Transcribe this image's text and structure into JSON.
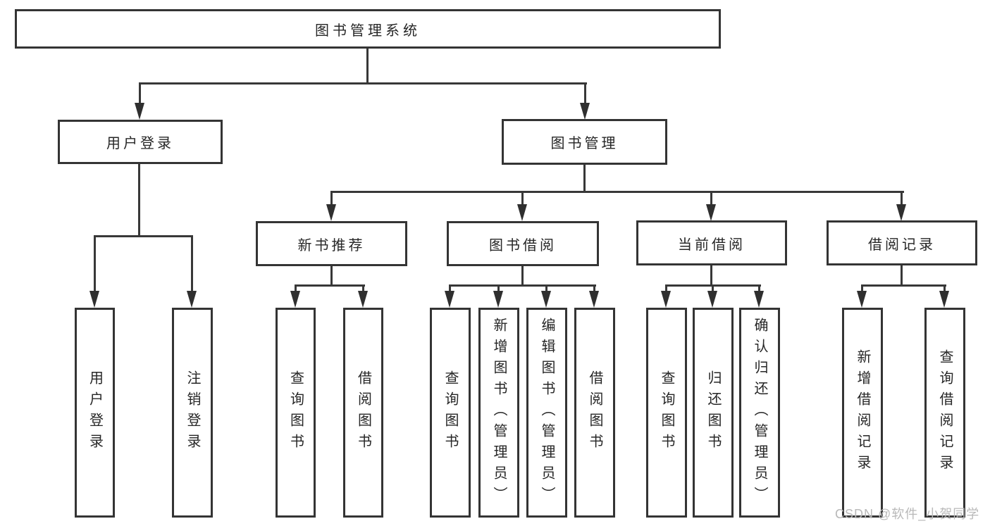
{
  "diagram": {
    "title": "图书管理系统",
    "root": {
      "label": "图书管理系统"
    },
    "branches": [
      {
        "label": "用户登录",
        "children": [
          {
            "label": "用户登录"
          },
          {
            "label": "注销登录"
          }
        ]
      },
      {
        "label": "图书管理",
        "children": [
          {
            "label": "新书推荐",
            "children": [
              {
                "label": "查询图书"
              },
              {
                "label": "借阅图书"
              }
            ]
          },
          {
            "label": "图书借阅",
            "children": [
              {
                "label": "查询图书"
              },
              {
                "label": "新增图书（管理员）"
              },
              {
                "label": "编辑图书（管理员）"
              },
              {
                "label": "借阅图书"
              }
            ]
          },
          {
            "label": "当前借阅",
            "children": [
              {
                "label": "查询图书"
              },
              {
                "label": "归还图书"
              },
              {
                "label": "确认归还（管理员）"
              }
            ]
          },
          {
            "label": "借阅记录",
            "children": [
              {
                "label": "新增借阅记录"
              },
              {
                "label": "查询借阅记录"
              }
            ]
          }
        ]
      }
    ]
  },
  "watermark": {
    "text": "CSDN @软件_小贺同学",
    "color": "#b9b9b9"
  },
  "colors": {
    "line": "#383838",
    "border": "#343434",
    "text": "#262626",
    "background": "#ffffff"
  }
}
